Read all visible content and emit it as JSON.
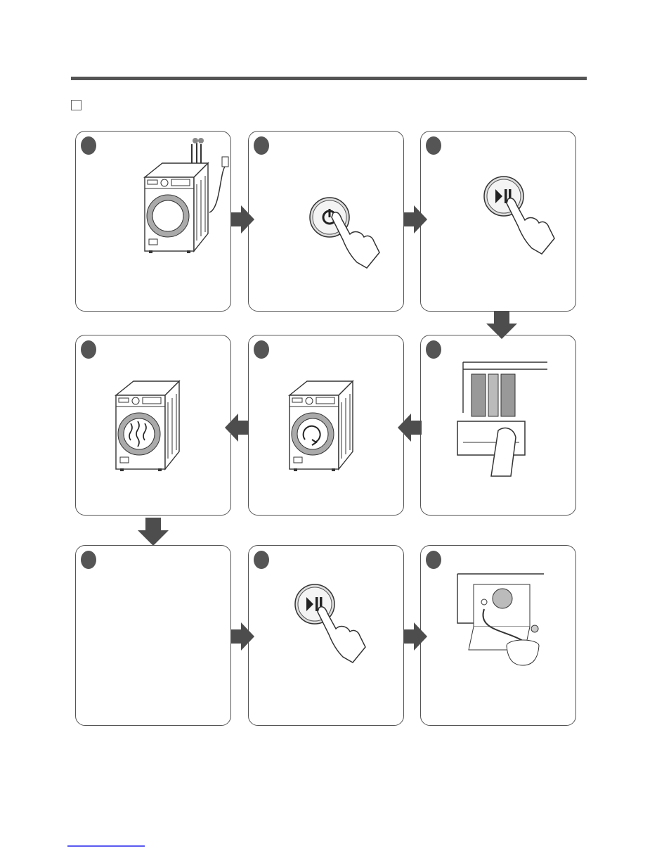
{
  "colors": {
    "rule": "#555555",
    "panel_border": "#555555",
    "step_dot": "#555555",
    "arrow": "#4d4d4d",
    "footer_line": "#5a5af0"
  },
  "steps": [
    {
      "illustration": "washer-with-water-taps-and-plug"
    },
    {
      "illustration": "hand-pressing-power-button"
    },
    {
      "illustration": "hand-pressing-start-pause-button"
    },
    {
      "illustration": "washer-with-steam-drum"
    },
    {
      "illustration": "washer-with-rotating-drum"
    },
    {
      "illustration": "hand-opening-detergent-drawer"
    },
    {
      "illustration": "blank"
    },
    {
      "illustration": "hand-pressing-start-pause-button"
    },
    {
      "illustration": "drain-filter-with-bowl"
    }
  ],
  "flow_arrows": [
    "right",
    "right",
    "down",
    "left",
    "left",
    "down",
    "right",
    "right"
  ]
}
